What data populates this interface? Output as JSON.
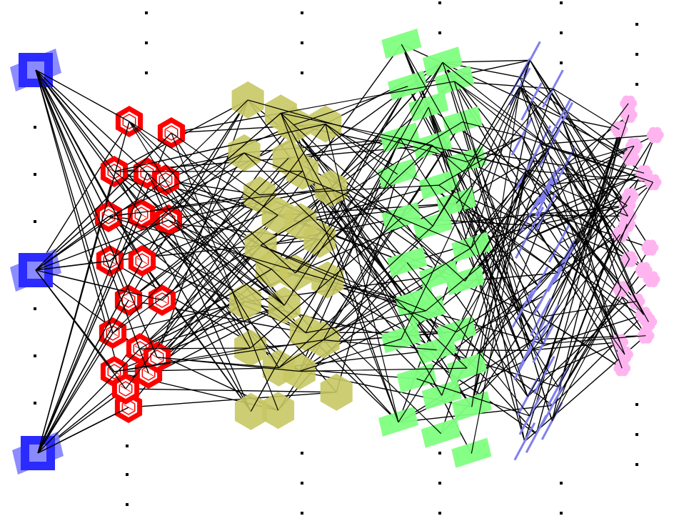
{
  "diagram": {
    "type": "layered network diagram",
    "background": "#ffffff",
    "edge_color": "#000000",
    "layers": [
      {
        "name": "layer-1",
        "shape": "square",
        "color": "#2b2bff",
        "node_count": 3
      },
      {
        "name": "layer-2",
        "shape": "hexagon-ring",
        "color": "#ff0000",
        "node_count": 19
      },
      {
        "name": "layer-3",
        "shape": "hexagon",
        "color": "#c8c864",
        "node_count": 26
      },
      {
        "name": "layer-4",
        "shape": "parallelogram",
        "color": "#80ff80",
        "node_count": 30
      },
      {
        "name": "layer-5",
        "shape": "line",
        "color": "#8080ee",
        "node_count": 40
      },
      {
        "name": "layer-6",
        "shape": "flower",
        "color": "#ffb4f0",
        "node_count": 25
      }
    ]
  }
}
